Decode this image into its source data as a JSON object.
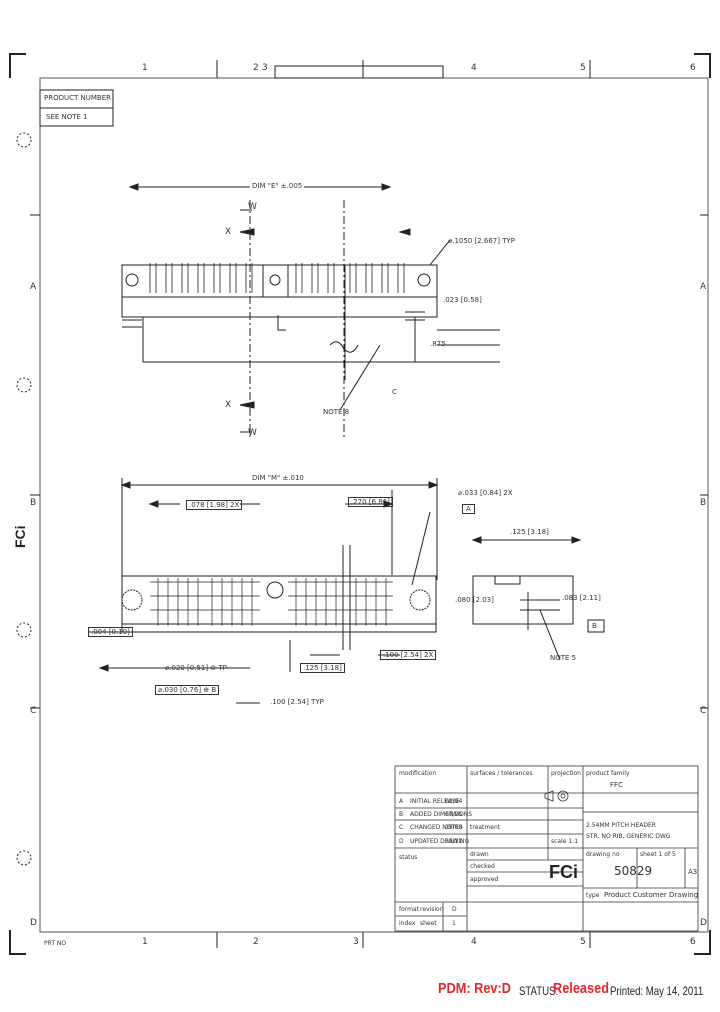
{
  "border": {
    "top_zones": [
      "1",
      "2",
      "3",
      "4",
      "5",
      "6"
    ],
    "bottom_zones": [
      "1",
      "2",
      "3",
      "4",
      "5",
      "6"
    ],
    "side_zones": [
      "A",
      "B",
      "C",
      "D"
    ],
    "corner_note": "PRT NO"
  },
  "product_number": {
    "label": "PRODUCT NUMBER",
    "value": "SEE NOTE 1"
  },
  "top_view": {
    "dim_overall": "DIM \"E\" ±.005",
    "section_x": "X",
    "section_w": "W",
    "hole_note": "⌀.1050 [2.667] TYP",
    "dim_left": ".023 [0.58]",
    "dim_bottom": ".875",
    "note_ref": "NOTE 8",
    "datum": "C"
  },
  "front_view": {
    "dim_overall": "DIM \"M\" ±.010",
    "dim_pitch_left": ".078 [1.98] 2X",
    "dim_right": ".270 [6.86]",
    "dim_hole": "⌀.033 [0.84] 2X",
    "datum_a": "A",
    "dim_tol_left": ".004 [0.10]",
    "dim_row": ".100 [2.54] 2X",
    "dim_tp": "⌀.020 [0.51] ⊕ TP",
    "position_tol": "⌀.030 [0.76] ⊕ B",
    "pitch_typ": ".100 [2.54] TYP",
    "right_dims": [
      ".125 [3.18]",
      ".080 [2.03]",
      ".083 [2.11]"
    ],
    "datum_b": "B",
    "note_ref": "NOTE 5"
  },
  "title_block": {
    "header_labels": [
      "modification",
      "surfaces / tolerances",
      "projection",
      "product family"
    ],
    "product_family": "FFC",
    "revisions": [
      {
        "rev": "A",
        "desc": "INITIAL RELEASE",
        "date": "02/04"
      },
      {
        "rev": "B",
        "desc": "ADDED DIMENSIONS",
        "date": "07/05"
      },
      {
        "rev": "C",
        "desc": "CHANGED NOTES",
        "date": "09/08"
      },
      {
        "rev": "D",
        "desc": "UPDATED DRAWING",
        "date": "05/11"
      }
    ],
    "treatment_label": "treatment",
    "title_lines": [
      "2.54MM PITCH HEADER",
      "STR, NO RIB, GENERIC DWG"
    ],
    "drawn_label": "drawn",
    "checked_label": "checked",
    "approved_label": "approved",
    "scale_label": "scale 1:1",
    "drawing_number_label": "drawing no",
    "drawing_number": "50829",
    "sheet_label": "sheet 1 of 5",
    "size": "A3",
    "logo": "FCi",
    "type_label": "type",
    "type_value": "Product Customer Drawing",
    "format_label": "format",
    "revision_label": "revision",
    "revision_value": "D",
    "index_label": "index",
    "sheet_row": "sheet",
    "sheet_row_value": "1",
    "status_label": "status"
  },
  "side_logo": "FCi",
  "footer": {
    "pdm": "PDM: Rev:D",
    "status_label": "STATUS:",
    "status_value": "Released",
    "printed": "Printed: May 14, 2011"
  }
}
